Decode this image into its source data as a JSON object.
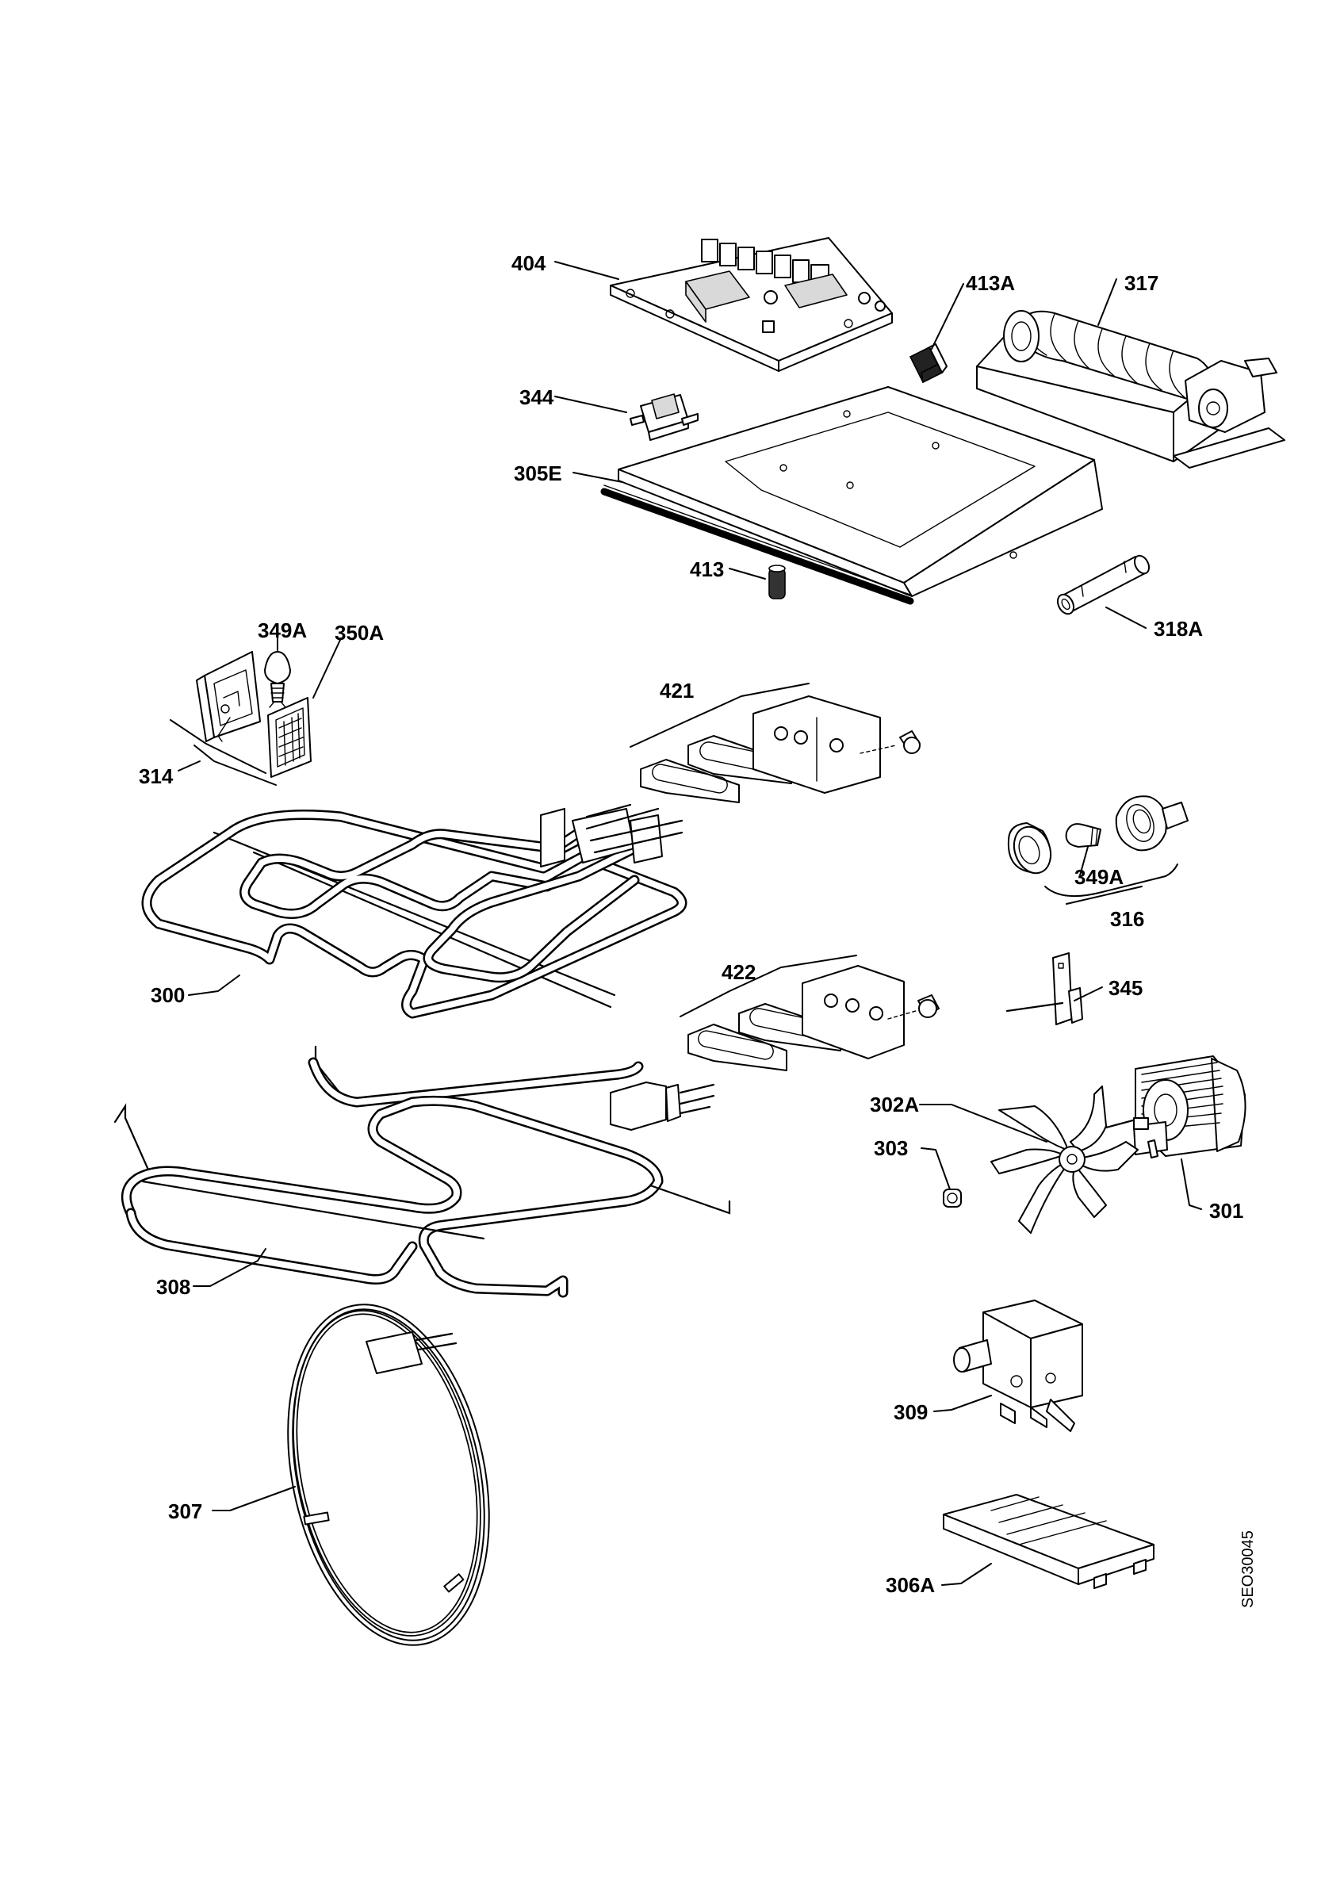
{
  "doc_code": "SEO30045",
  "labels": {
    "p404": "404",
    "p413A": "413A",
    "p317": "317",
    "p344": "344",
    "p305E": "305E",
    "p413": "413",
    "p318A": "318A",
    "p349A_top": "349A",
    "p350A": "350A",
    "p314": "314",
    "p421": "421",
    "p349A_mid": "349A",
    "p316": "316",
    "p300": "300",
    "p422": "422",
    "p345": "345",
    "p302A": "302A",
    "p303": "303",
    "p301": "301",
    "p308": "308",
    "p309": "309",
    "p307": "307",
    "p306A": "306A"
  }
}
